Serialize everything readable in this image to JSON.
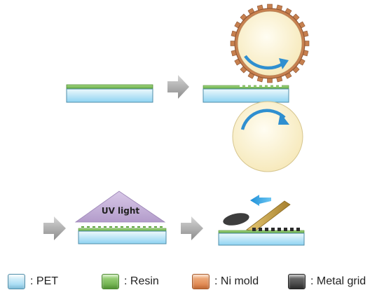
{
  "uv_label": "UV light",
  "legend": [
    {
      "label": ": PET",
      "icon": "pet-swatch",
      "color": "#8fd3f2"
    },
    {
      "label": ": Resin",
      "icon": "resin-swatch",
      "color": "#7bc05a"
    },
    {
      "label": ": Ni mold",
      "icon": "ni-mold-swatch",
      "color": "#e8905a"
    },
    {
      "label": ": Metal grid",
      "icon": "metal-grid-swatch",
      "color": "#555555"
    }
  ],
  "colors": {
    "pet_top": "#e7f6fb",
    "pet_bottom": "#8fd3f2",
    "resin": "#7bc05a",
    "ni_mold": "#c7804f",
    "roller_fill": "#fdf5d8",
    "rotation_arrow": "#2f8fd0",
    "process_arrow": "#a8a8a8",
    "uv_light": "#c6b3d8",
    "metal": "#3d3d3d",
    "squeegee": "#c8a54e"
  }
}
